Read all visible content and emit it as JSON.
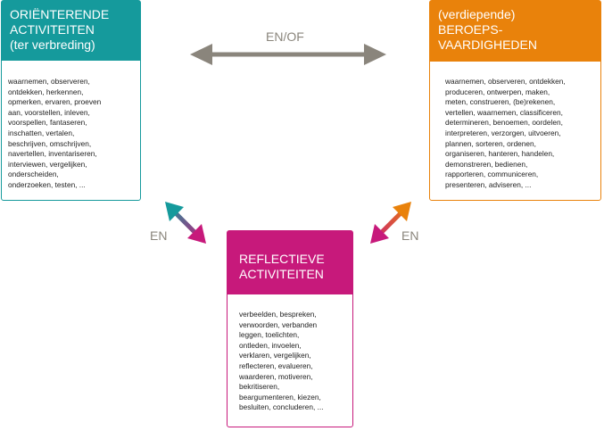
{
  "left_box": {
    "title_lines": [
      "ORIËNTERENDE",
      "ACTIVITEITEN",
      "(ter verbreding)"
    ],
    "items": [
      "waarnemen, observeren,",
      "ontdekken, herkennen,",
      "opmerken, ervaren, proeven",
      "aan, voorstellen, inleven,",
      "voorspellen, fantaseren,",
      "inschatten, vertalen,",
      "beschrijven, omschrijven,",
      "navertellen, inventariseren,",
      "interviewen, vergelijken,",
      "onderscheiden,",
      "onderzoeken, testen, ..."
    ],
    "color": "#159a9c"
  },
  "right_box": {
    "title_lines": [
      "(verdiepende)",
      "BEROEPS-",
      "VAARDIGHEDEN"
    ],
    "items": [
      "waarnemen, observeren, ontdekken,",
      "produceren, ontwerpen, maken,",
      "meten, construeren, (be)rekenen,",
      "vertellen, waarnemen, classificeren,",
      "determineren, benoemen, oordelen,",
      "interpreteren, verzorgen, uitvoeren,",
      "plannen, sorteren, ordenen,",
      "organiseren, hanteren, handelen,",
      "demonstreren, bedienen,",
      "rapporteren, communiceren,",
      "presenteren, adviseren, ..."
    ],
    "color": "#e9820b"
  },
  "middle_box": {
    "title_lines": [
      "REFLECTIEVE",
      "ACTIVITEITEN"
    ],
    "items": [
      "verbeelden, bespreken,",
      "verwoorden, verbanden",
      "leggen, toelichten,",
      "ontleden, invoelen,",
      "verklaren, vergelijken,",
      "reflecteren, evalueren,",
      "waarderen, motiveren,",
      "bekritiseren,",
      "beargumenteren, kiezen,",
      "besluiten, concluderen, ..."
    ],
    "color": "#c7197b"
  },
  "connectors": {
    "top": "EN/OF",
    "left": "EN",
    "right": "EN",
    "gray_color": "#8a857c"
  }
}
